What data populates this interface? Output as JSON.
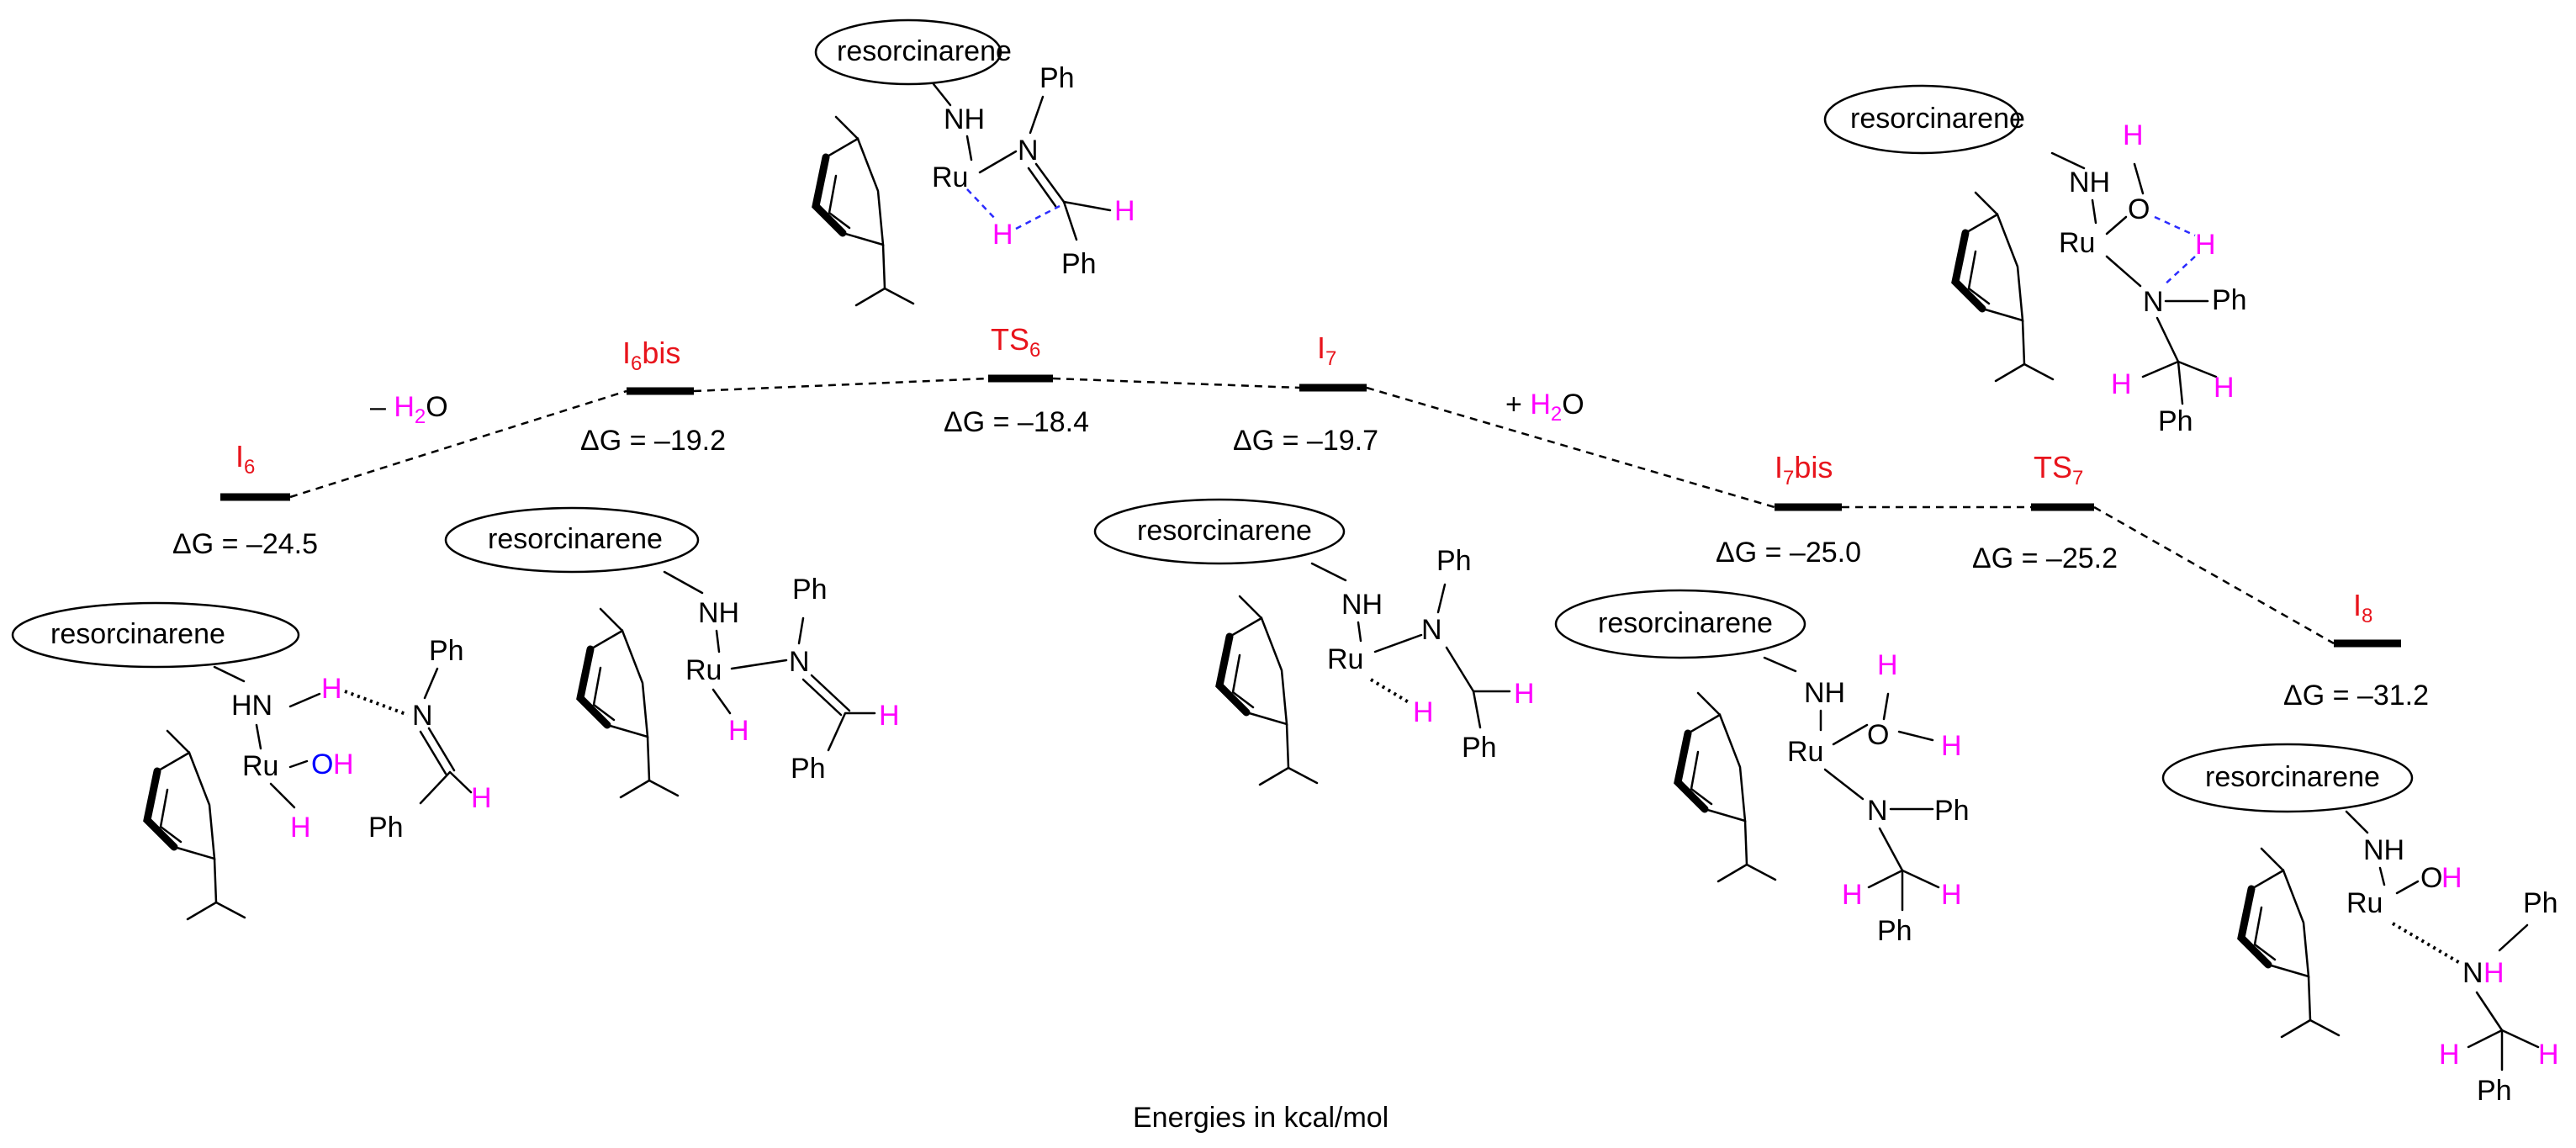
{
  "footer": "Energies in kcal/mol",
  "steps": {
    "minus_water": {
      "sign": "– ",
      "H": "H",
      "two": "2",
      "O": "O"
    },
    "plus_water": {
      "sign": "+ ",
      "H": "H",
      "two": "2",
      "O": "O"
    }
  },
  "levels": [
    {
      "id": "I6",
      "label": "I",
      "sub": "6",
      "suffix": "",
      "energy": "ΔG = –24.5"
    },
    {
      "id": "I6bis",
      "label": "I",
      "sub": "6",
      "suffix": "bis",
      "energy": "ΔG = –19.2"
    },
    {
      "id": "TS6",
      "label": "TS",
      "sub": "6",
      "suffix": "",
      "energy": "ΔG = –18.4"
    },
    {
      "id": "I7",
      "label": "I",
      "sub": "7",
      "suffix": "",
      "energy": "ΔG = –19.7"
    },
    {
      "id": "I7bis",
      "label": "I",
      "sub": "7",
      "suffix": "bis",
      "energy": "ΔG = –25.0"
    },
    {
      "id": "TS7",
      "label": "TS",
      "sub": "7",
      "suffix": "",
      "energy": "ΔG = –25.2"
    },
    {
      "id": "I8",
      "label": "I",
      "sub": "8",
      "suffix": "",
      "energy": "ΔG = –31.2"
    }
  ],
  "structures": {
    "host": "resorcinarene",
    "ru": "Ru",
    "nh": "NH",
    "hn": "HN",
    "n": "N",
    "o": "O",
    "h": "H",
    "ph": "Ph",
    "oh_o": "O",
    "oh_h": "H"
  }
}
